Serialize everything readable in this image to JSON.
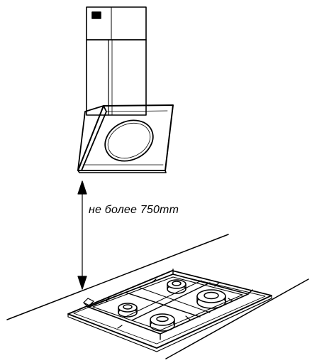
{
  "dimension": {
    "label": "не более 750mm"
  },
  "colors": {
    "ink": "#000000",
    "background": "#ffffff"
  },
  "figure": {
    "parts": [
      "chimney-duct",
      "hood-canopy",
      "dimension-arrow",
      "countertop",
      "gas-hob"
    ]
  }
}
